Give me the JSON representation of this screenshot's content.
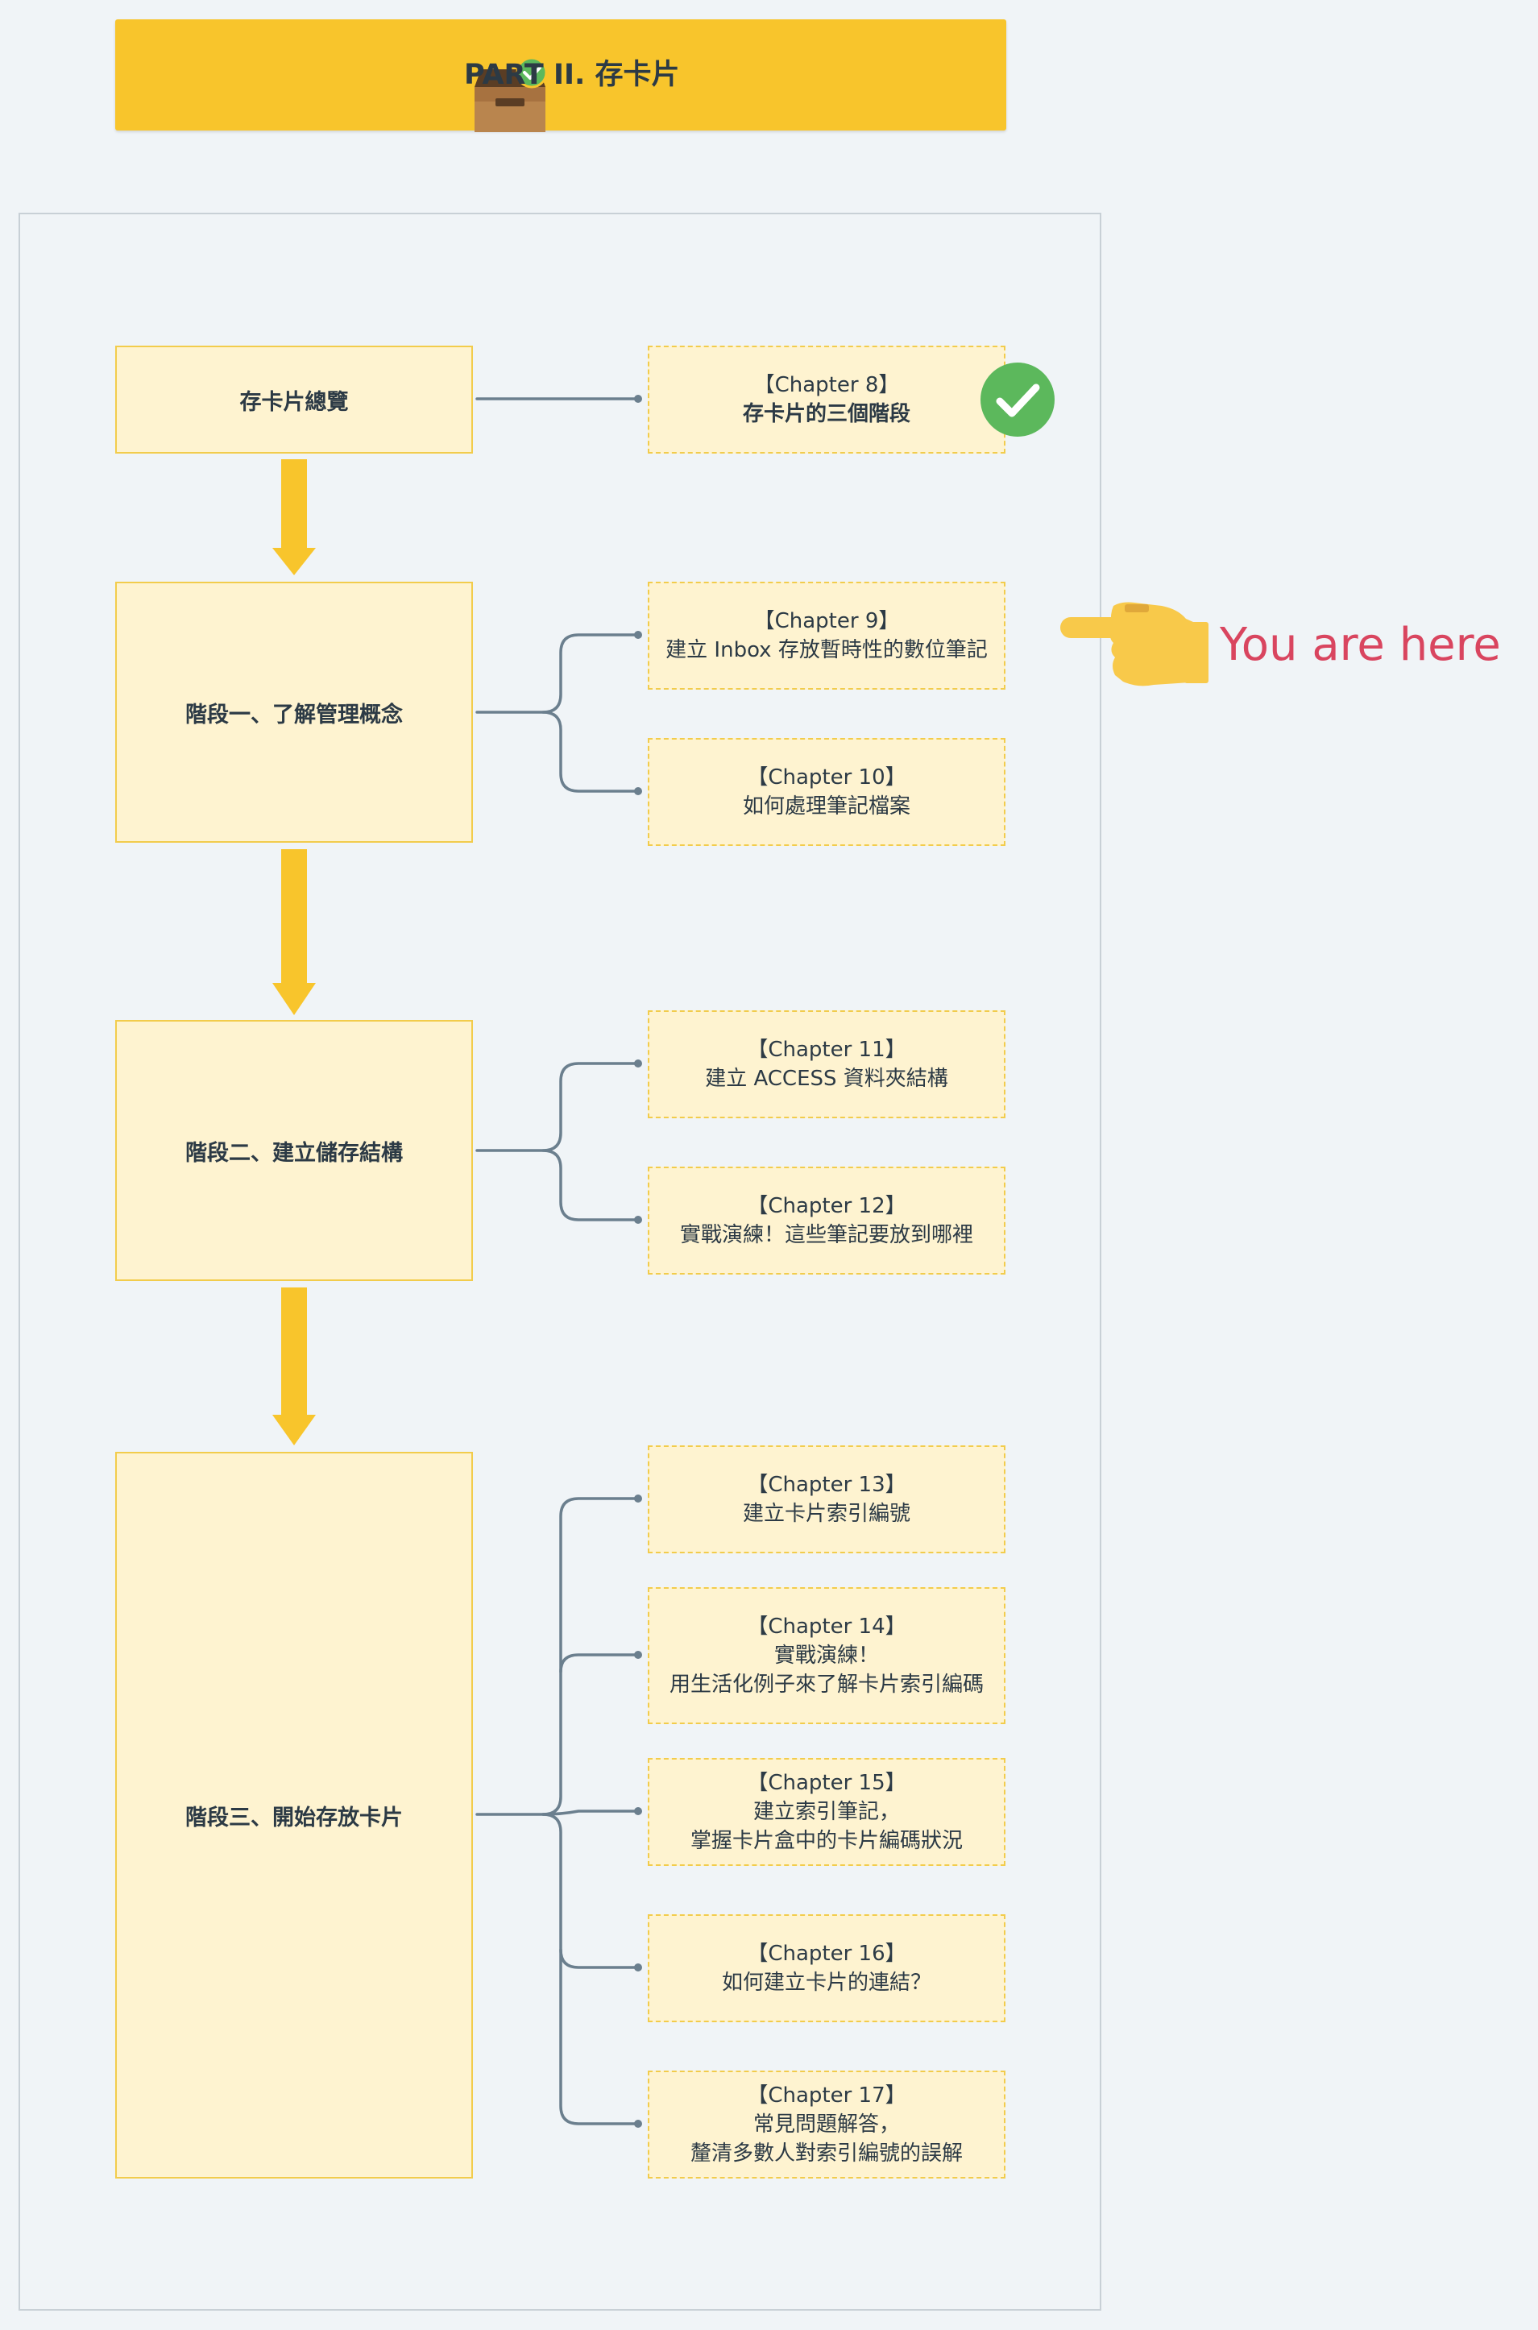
{
  "header": {
    "title": "PART II. 存卡片",
    "icon": "inbox-tray-check-icon",
    "color": "#f8c52c"
  },
  "stages": [
    {
      "label": "存卡片總覽"
    },
    {
      "label": "階段一、了解管理概念"
    },
    {
      "label": "階段二、建立儲存結構"
    },
    {
      "label": "階段三、開始存放卡片"
    }
  ],
  "chapters": [
    {
      "title": "【Chapter 8】",
      "lines": [
        "存卡片的三個階段"
      ],
      "completed": true
    },
    {
      "title": "【Chapter 9】",
      "lines": [
        "建立 Inbox 存放暫時性的數位筆記"
      ]
    },
    {
      "title": "【Chapter 10】",
      "lines": [
        "如何處理筆記檔案"
      ]
    },
    {
      "title": "【Chapter 11】",
      "lines": [
        "建立 ACCESS 資料夾結構"
      ]
    },
    {
      "title": "【Chapter 12】",
      "lines": [
        "實戰演練！這些筆記要放到哪裡"
      ]
    },
    {
      "title": "【Chapter 13】",
      "lines": [
        "建立卡片索引編號"
      ]
    },
    {
      "title": "【Chapter 14】",
      "lines": [
        "實戰演練！",
        "用生活化例子來了解卡片索引編碼"
      ]
    },
    {
      "title": "【Chapter 15】",
      "lines": [
        "建立索引筆記，",
        "掌握卡片盒中的卡片編碼狀況"
      ]
    },
    {
      "title": "【Chapter 16】",
      "lines": [
        "如何建立卡片的連結？"
      ]
    },
    {
      "title": "【Chapter 17】",
      "lines": [
        "常見問題解答，",
        "釐清多數人對索引編號的誤解"
      ]
    }
  ],
  "pointer": {
    "label": "You are here",
    "icon": "pointing-hand-icon",
    "color": "#d9455f"
  },
  "colors": {
    "box_fill": "#fef3d0",
    "box_border": "#f2cc4c",
    "arrow": "#f8c52c",
    "connector": "#6b7f8e",
    "check": "#5cb85c"
  }
}
